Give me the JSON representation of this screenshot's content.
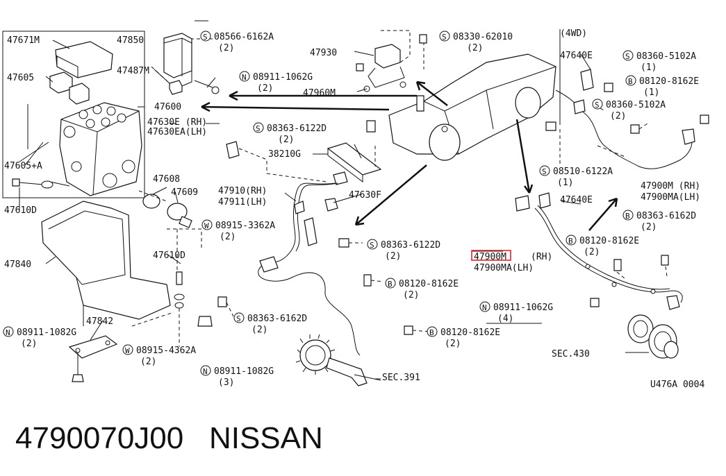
{
  "footer": {
    "part_number": "4790070J00",
    "brand": "NISSAN"
  },
  "diagram": {
    "drawing_code": "U476A 0004",
    "drive_note": "(4WD)",
    "highlighted_part": "47900M",
    "labels": {
      "p47671M": "47671M",
      "p47605": "47605",
      "p47605A": "47605+A",
      "p47610D_a": "47610D",
      "p47850": "47850",
      "p47487M": "47487M",
      "p47600": "47600",
      "p47630E": "47630E (RH)",
      "p47630EA": "47630EA(LH)",
      "p47608": "47608",
      "p47609": "47609",
      "p47610D_b": "47610D",
      "p47840": "47840",
      "p47842": "47842",
      "p47930": "47930",
      "p47960M": "47960M",
      "p38210G": "38210G",
      "p47910": "47910(RH)",
      "p47911": "47911(LH)",
      "p47630F": "47630F",
      "p47640E_a": "47640E",
      "p47640E_b": "47640E",
      "p47900M_rh": "47900M (RH)",
      "p47900MA_lh": "47900MA(LH)",
      "p47900M_rh_b": "(RH)",
      "p47900MA_lh_b": "47900MA(LH)",
      "p47900M_b": "47900M",
      "sec430": "SEC.430",
      "sec391": "SEC.391"
    },
    "fasteners": [
      {
        "prefix": "S",
        "code": "08566-6162A",
        "qty": "(2)"
      },
      {
        "prefix": "N",
        "code": "08911-1062G",
        "qty": "(2)"
      },
      {
        "prefix": "S",
        "code": "08330-62010",
        "qty": "(2)"
      },
      {
        "prefix": "S",
        "code": "08363-6122D",
        "qty": "(2)"
      },
      {
        "prefix": "W",
        "code": "08915-3362A",
        "qty": "(2)"
      },
      {
        "prefix": "S",
        "code": "08363-6122D",
        "qty": "(2)"
      },
      {
        "prefix": "B",
        "code": "08120-8162E",
        "qty": "(2)"
      },
      {
        "prefix": "S",
        "code": "08363-6162D",
        "qty": "(2)"
      },
      {
        "prefix": "B",
        "code": "08120-8162E",
        "qty": "(2)"
      },
      {
        "prefix": "N",
        "code": "08911-1082G",
        "qty": "(2)"
      },
      {
        "prefix": "W",
        "code": "08915-4362A",
        "qty": "(2)"
      },
      {
        "prefix": "N",
        "code": "08911-1082G",
        "qty": "(3)"
      },
      {
        "prefix": "S",
        "code": "08360-5102A",
        "qty": "(1)"
      },
      {
        "prefix": "B",
        "code": "08120-8162E",
        "qty": "(1)"
      },
      {
        "prefix": "S",
        "code": "08360-5102A",
        "qty": "(2)"
      },
      {
        "prefix": "S",
        "code": "08510-6122A",
        "qty": "(1)"
      },
      {
        "prefix": "B",
        "code": "08363-6162D",
        "qty": "(2)"
      },
      {
        "prefix": "B",
        "code": "08120-8162E",
        "qty": "(2)"
      },
      {
        "prefix": "N",
        "code": "08911-1062G",
        "qty": "(4)"
      }
    ]
  }
}
